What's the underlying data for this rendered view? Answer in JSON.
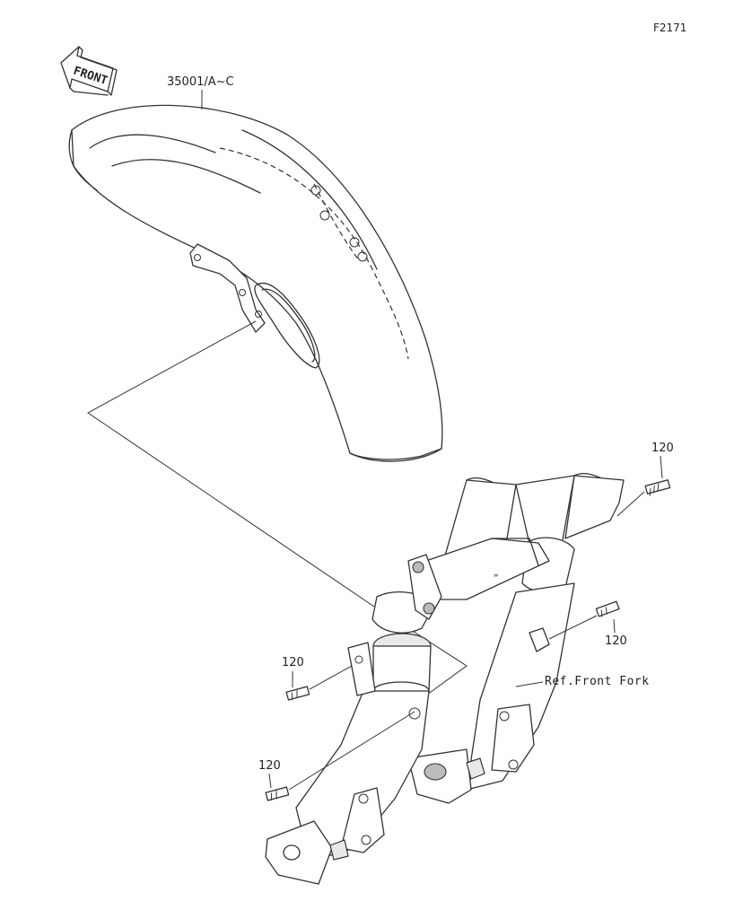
{
  "figure_code": "F2171",
  "front_arrow": {
    "label": "FRONT"
  },
  "callouts": [
    {
      "id": "fender",
      "text": "35001/A~C"
    },
    {
      "id": "bolt-right-upper",
      "text": "120"
    },
    {
      "id": "bolt-right-lower",
      "text": "120"
    },
    {
      "id": "bolt-left-upper",
      "text": "120"
    },
    {
      "id": "bolt-left-lower",
      "text": "120"
    }
  ],
  "reference": {
    "text": "Ref.Front Fork"
  }
}
